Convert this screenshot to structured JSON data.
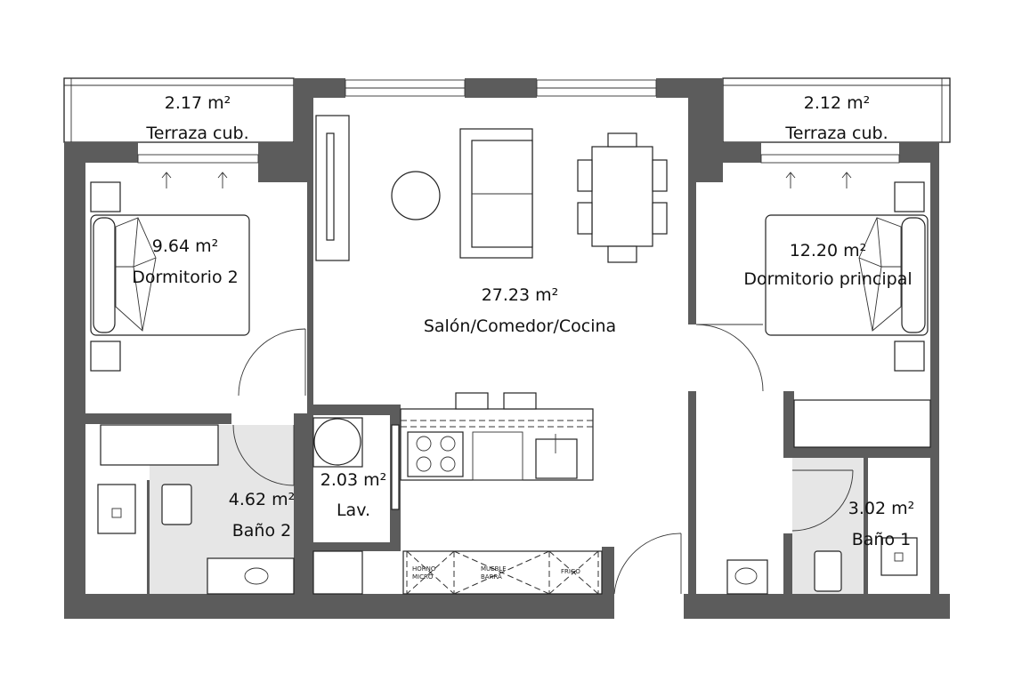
{
  "rooms": {
    "terraza_left": {
      "area": "2.17 m²",
      "name": "Terraza cub."
    },
    "terraza_right": {
      "area": "2.12 m²",
      "name": "Terraza cub."
    },
    "dormitorio2": {
      "area": "9.64 m²",
      "name": "Dormitorio 2"
    },
    "salon": {
      "area": "27.23 m²",
      "name": "Salón/Comedor/Cocina"
    },
    "dormitorio_principal": {
      "area": "12.20 m²",
      "name": "Dormitorio principal"
    },
    "bano2": {
      "area": "4.62 m²",
      "name": "Baño 2"
    },
    "lav": {
      "area": "2.03 m²",
      "name": "Lav."
    },
    "bano1": {
      "area": "3.02 m²",
      "name": "Baño 1"
    }
  },
  "kitchen_labels": {
    "horno": [
      "HORNO",
      "MICRO"
    ],
    "mueble": [
      "MUEBLE",
      "BARRA"
    ],
    "frigo": "FRIGO"
  },
  "colors": {
    "wall": "#5c5c5c",
    "wet_area": "#e6e6e6"
  }
}
